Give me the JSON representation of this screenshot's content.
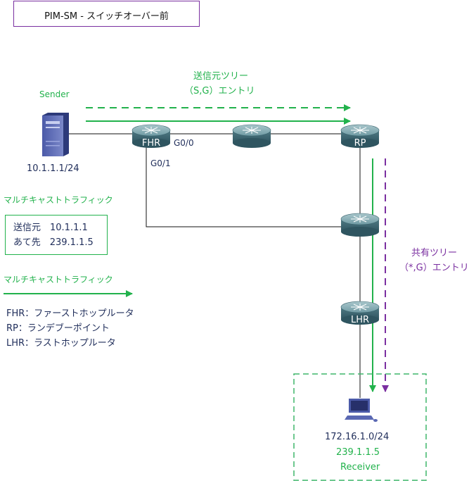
{
  "title": "PIM-SM - スイッチオーバー前",
  "sender": {
    "label": "Sender",
    "ip": "10.1.1.1/24"
  },
  "routers": {
    "fhr": "FHR",
    "rp": "RP",
    "lhr": "LHR"
  },
  "interfaces": {
    "g00": "G0/0",
    "g01": "G0/1"
  },
  "source_tree": {
    "line1": "送信元ツリー",
    "line2": "（S,G）エントリ"
  },
  "shared_tree": {
    "line1": "共有ツリー",
    "line2": "（*,G）エントリ"
  },
  "multicast_box": {
    "heading": "マルチキャストトラフィック",
    "row1": "送信元　10.1.1.1",
    "row2": "あて先　239.1.1.5"
  },
  "arrow_legend": {
    "label": "マルチキャストトラフィック"
  },
  "abbreviations": [
    "FHR：ファーストホップルータ",
    "RP：ランデブーポイント",
    "LHR：ラストホップルータ"
  ],
  "receiver": {
    "network": "172.16.1.0/24",
    "group": "239.1.1.5",
    "label": "Receiver"
  },
  "colors": {
    "green": "#22b24c",
    "purple": "#7a2fa0",
    "navy": "#1f2d5a",
    "router": "#4f7a84"
  },
  "icons": {
    "sender": "server-icon",
    "receiver": "pc-icon",
    "router": "router-icon"
  }
}
